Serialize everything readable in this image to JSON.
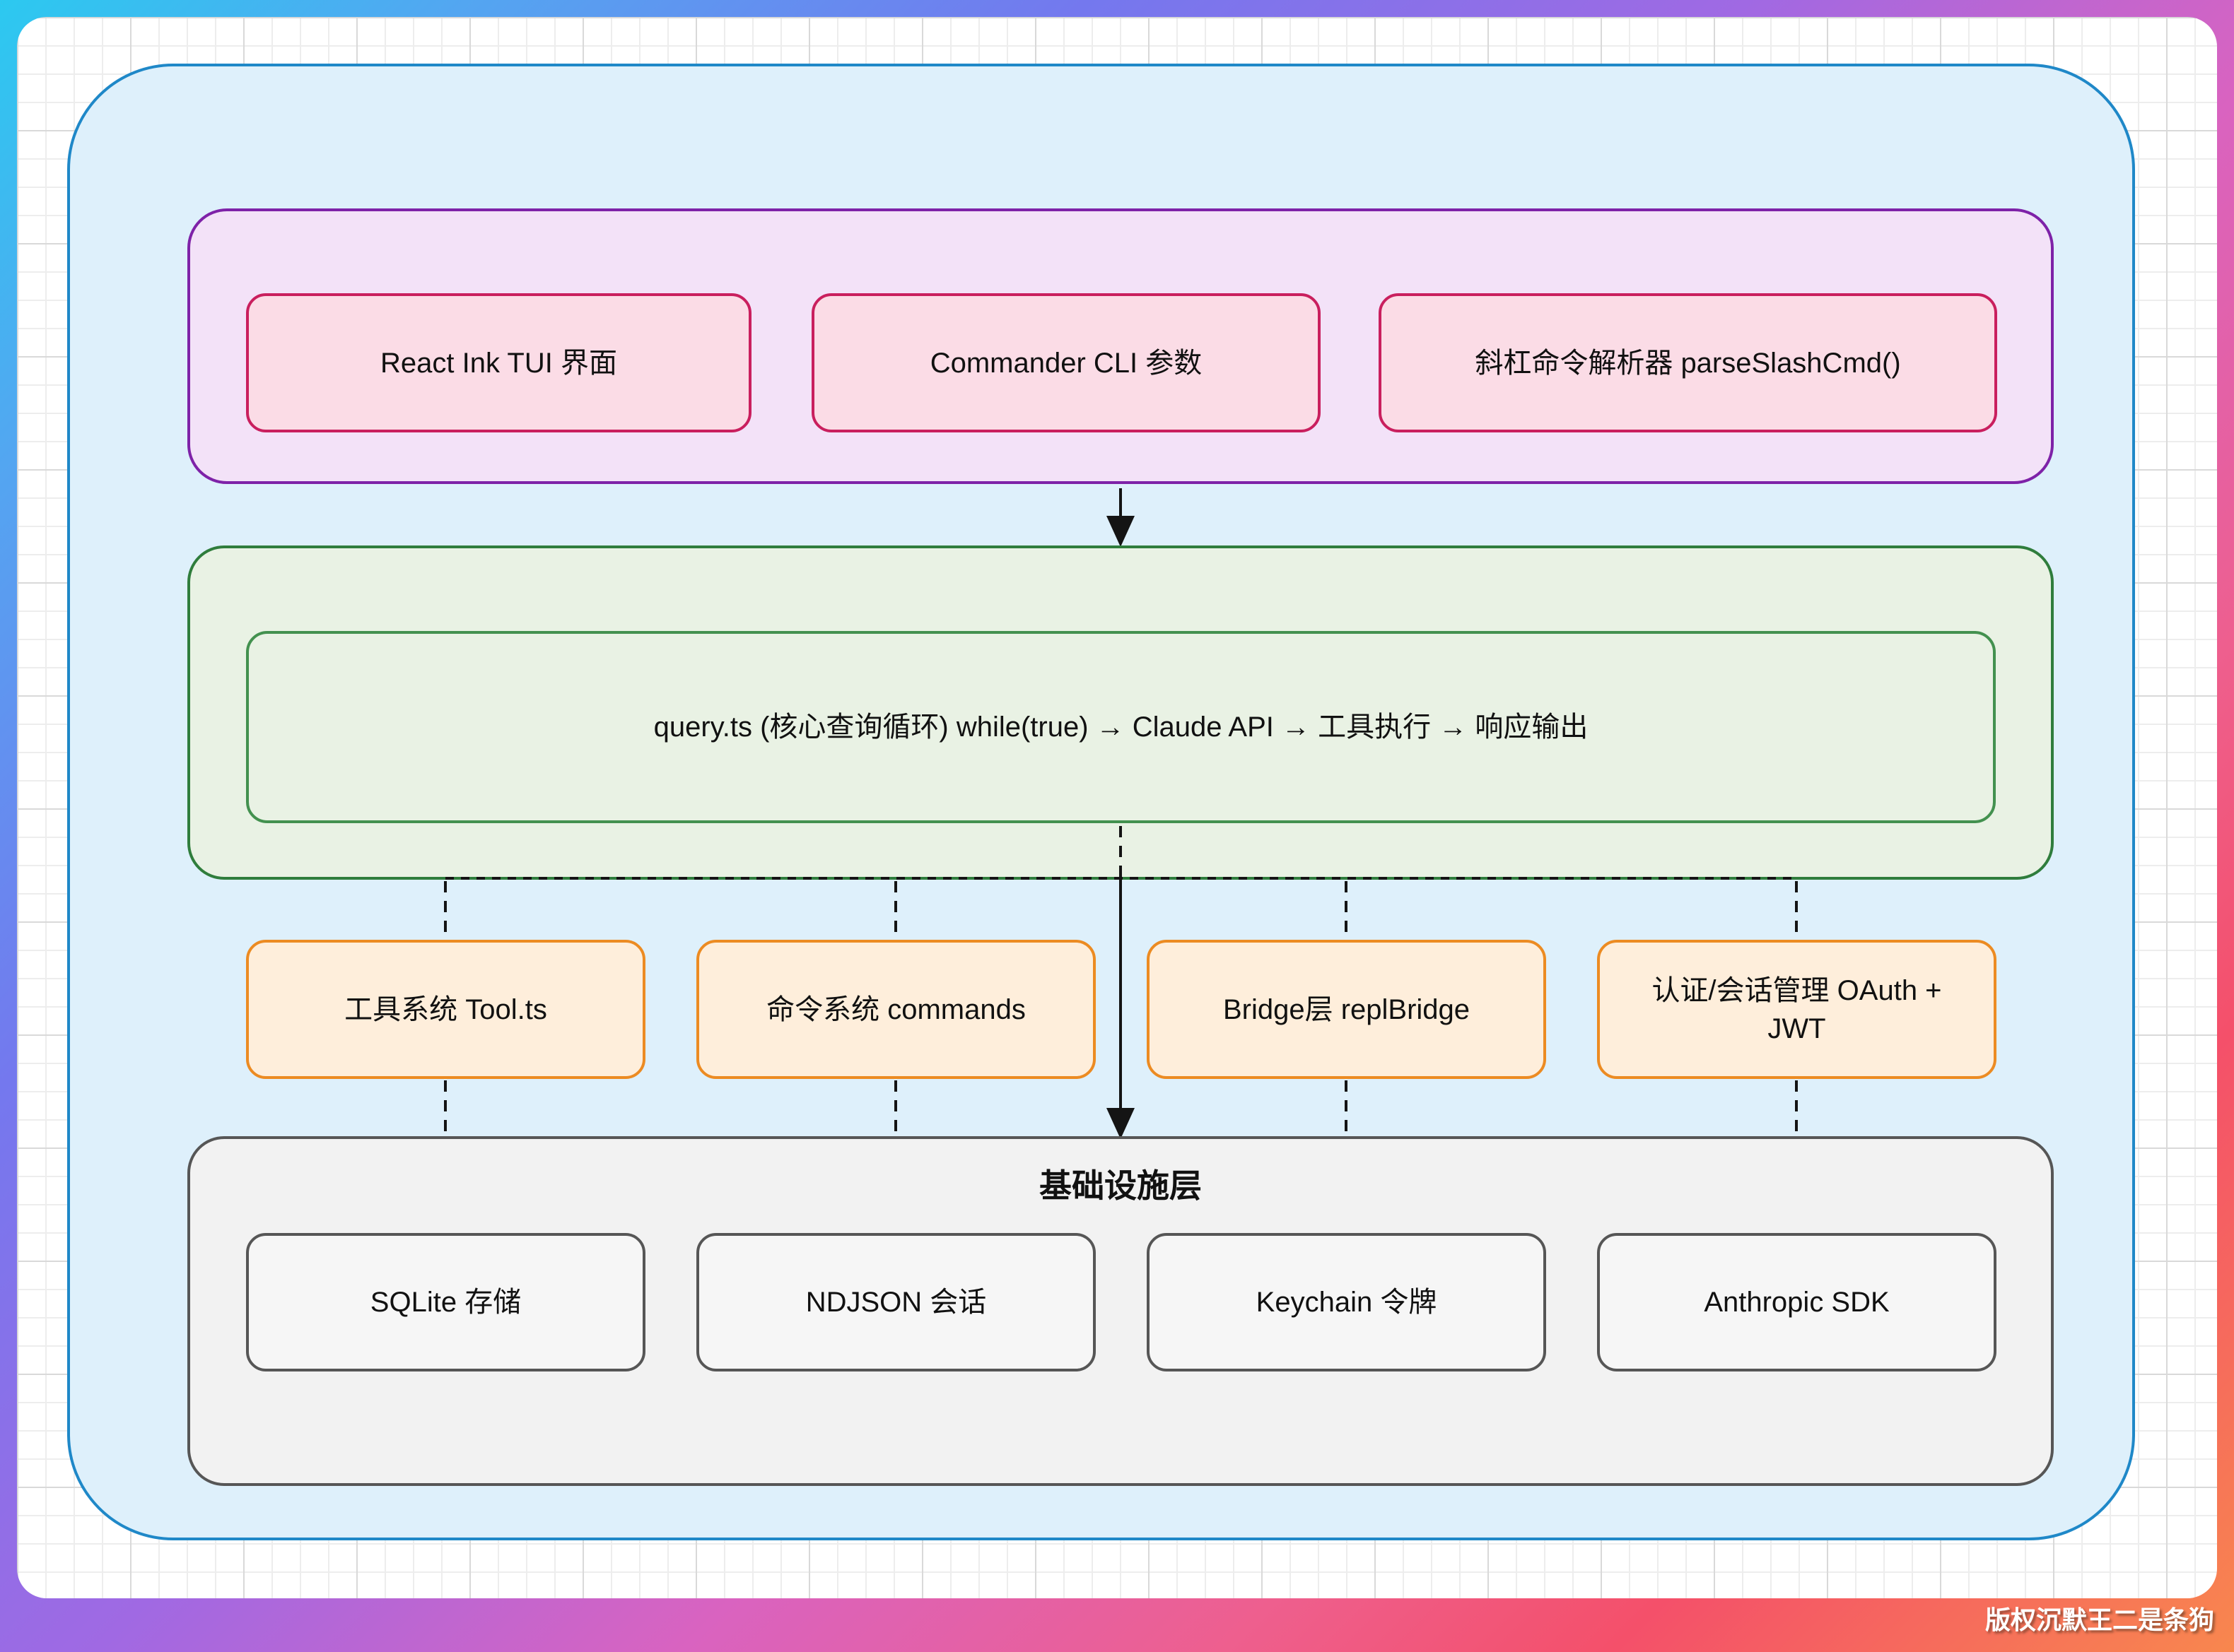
{
  "watermark": "版权沉默王二是条狗",
  "layers": {
    "ui": {
      "nodes": [
        {
          "label": "React Ink TUI 界面"
        },
        {
          "label": "Commander CLI 参数"
        },
        {
          "label": "斜杠命令解析器 parseSlashCmd()"
        }
      ]
    },
    "core": {
      "node": {
        "label": "query.ts (核心查询循环) while(true) → Claude API → 工具执行 → 响应输出"
      }
    },
    "services": {
      "nodes": [
        {
          "label": "工具系统 Tool.ts"
        },
        {
          "label": "命令系统 commands"
        },
        {
          "label": "Bridge层 replBridge"
        },
        {
          "label": "认证/会话管理 OAuth + JWT"
        }
      ]
    },
    "infra": {
      "title": "基础设施层",
      "nodes": [
        {
          "label": "SQLite 存储"
        },
        {
          "label": "NDJSON 会话"
        },
        {
          "label": "Keychain 令牌"
        },
        {
          "label": "Anthropic SDK"
        }
      ]
    }
  },
  "colors": {
    "frame_gradient_start": "#2cc9f0",
    "frame_gradient_mid": "#a069e3",
    "frame_gradient_end": "#f8874e",
    "outer_container_fill": "#def0fb",
    "outer_container_border": "#1f88c8",
    "ui_container_fill": "#f3e2f8",
    "ui_container_border": "#7e22a8",
    "ui_node_fill": "#fbdce6",
    "ui_node_border": "#c91f5e",
    "core_fill": "#e9f2e4",
    "core_border": "#2f7d3c",
    "service_node_fill": "#feeedb",
    "service_node_border": "#ec8b22",
    "infra_fill": "#f2f2f2",
    "infra_border": "#565656",
    "connector_color": "#141414",
    "text_color": "#111111"
  }
}
